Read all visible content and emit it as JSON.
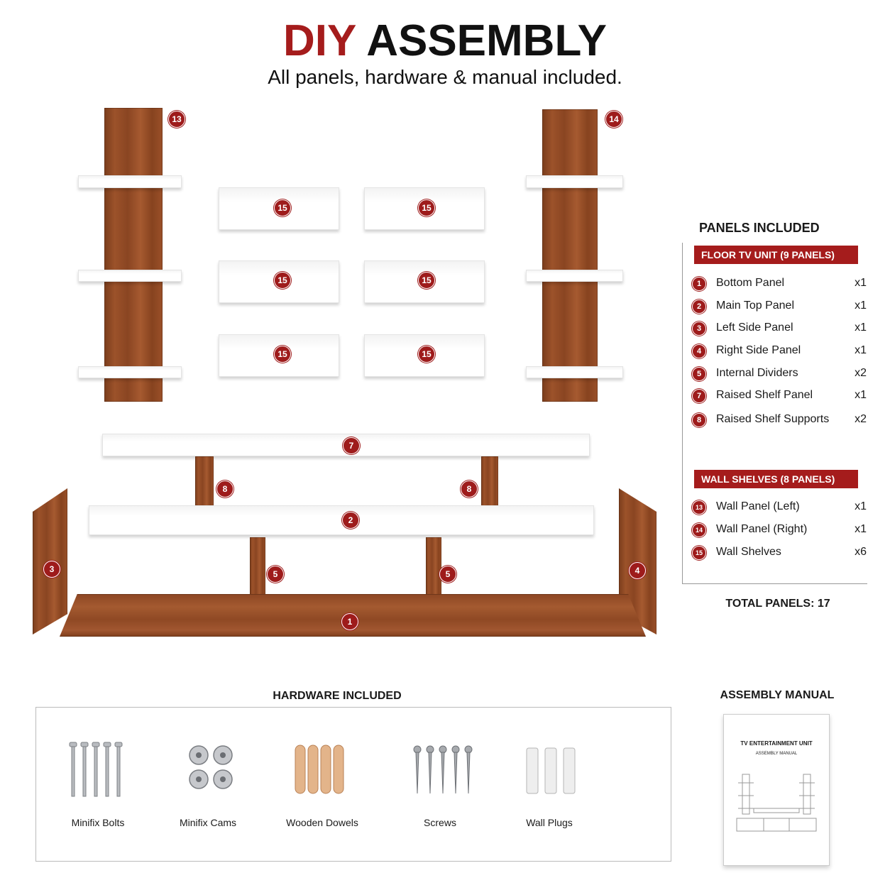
{
  "heading": {
    "title_red": "DIY",
    "title_black": "ASSEMBLY",
    "subtitle": "All panels, hardware & manual included."
  },
  "diagram_badges": {
    "b13": "13",
    "b14": "14",
    "b15": "15",
    "b7": "7",
    "b8": "8",
    "b2": "2",
    "b5": "5",
    "b3": "3",
    "b4": "4",
    "b1": "1"
  },
  "panels": {
    "title": "PANELS INCLUDED",
    "floor_title": "FLOOR TV UNIT (9 PANELS)",
    "floor_items": [
      {
        "num": "1",
        "label": "Bottom Panel",
        "qty": "x1"
      },
      {
        "num": "2",
        "label": "Main Top Panel",
        "qty": "x1"
      },
      {
        "num": "3",
        "label": "Left Side Panel",
        "qty": "x1"
      },
      {
        "num": "4",
        "label": "Right Side Panel",
        "qty": "x1"
      },
      {
        "num": "5",
        "label": "Internal Dividers",
        "qty": "x2"
      },
      {
        "num": "7",
        "label": "Raised Shelf Panel",
        "qty": "x1"
      },
      {
        "num": "8",
        "label": "Raised Shelf Supports",
        "qty": "x2"
      }
    ],
    "wall_title": "WALL SHELVES (8 PANELS)",
    "wall_items": [
      {
        "num": "13",
        "label": "Wall Panel (Left)",
        "qty": "x1"
      },
      {
        "num": "14",
        "label": "Wall Panel (Right)",
        "qty": "x1"
      },
      {
        "num": "15",
        "label": "Wall Shelves",
        "qty": "x6"
      }
    ],
    "total": "TOTAL PANELS: 17"
  },
  "hardware": {
    "title": "HARDWARE INCLUDED",
    "items": [
      "Minifix Bolts",
      "Minifix Cams",
      "Wooden Dowels",
      "Screws",
      "Wall Plugs"
    ]
  },
  "manual": {
    "title": "ASSEMBLY MANUAL",
    "cover_title": "TV ENTERTAINMENT UNIT",
    "cover_subtitle": "ASSEMBLY MANUAL"
  }
}
